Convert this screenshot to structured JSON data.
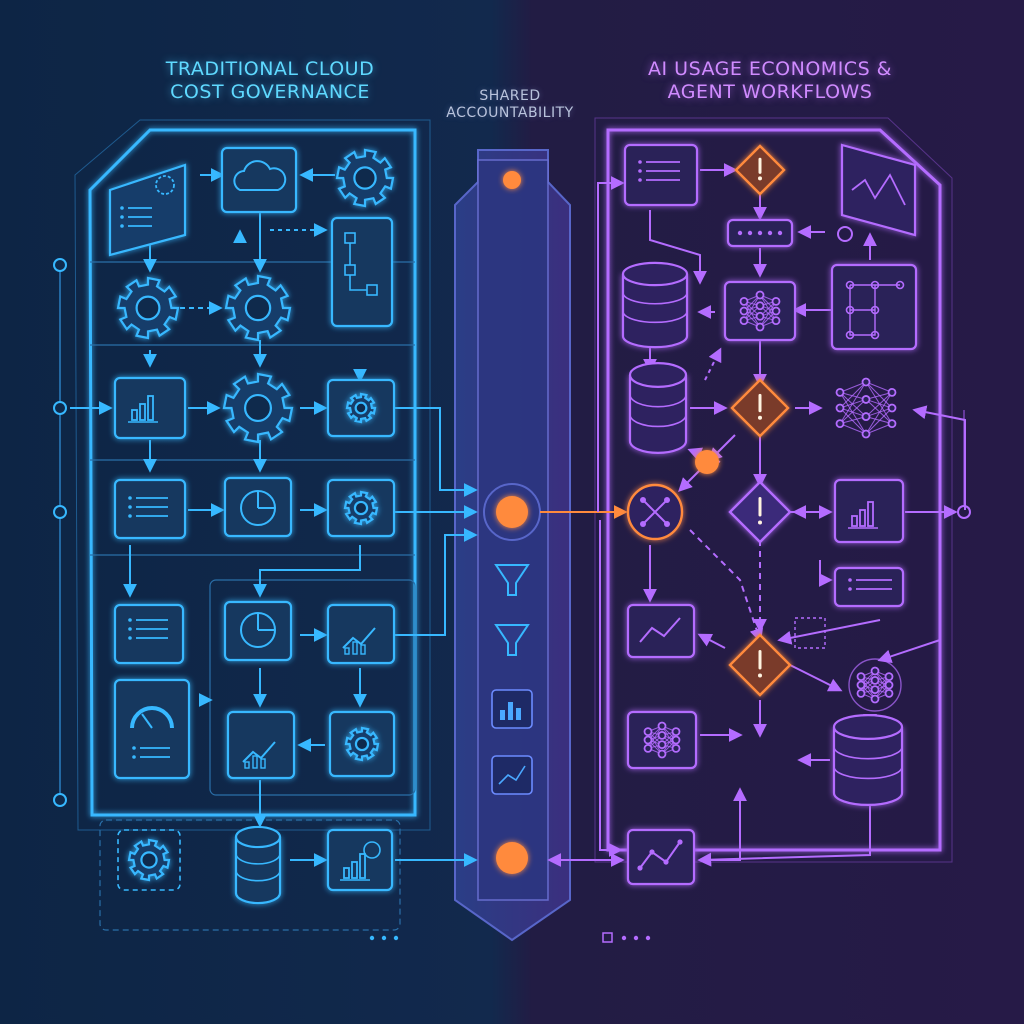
{
  "titles": {
    "left_line1": "TRADITIONAL CLOUD",
    "left_line2": "COST GOVERNANCE",
    "center_line1": "SHARED",
    "center_line2": "ACCOUNTABILITY",
    "right_line1": "AI USAGE ECONOMICS &",
    "right_line2": "AGENT WORKFLOWS"
  },
  "colors": {
    "background_left": "#10294a",
    "background_right": "#241c45",
    "left_accent": "#37b8ff",
    "right_accent": "#b46cff",
    "center_accent": "#ff8a3d",
    "center_column": "#3a3f8a"
  },
  "left_panel": {
    "nodes": [
      {
        "name": "dashboard-card",
        "icon": "dashboard-icon"
      },
      {
        "name": "cloud-node",
        "icon": "cloud-icon"
      },
      {
        "name": "gear-node-top",
        "icon": "gear-icon"
      },
      {
        "name": "mobile-flow-node",
        "icon": "flowchart-icon"
      },
      {
        "name": "gear-node-a",
        "icon": "gear-icon"
      },
      {
        "name": "gear-node-b",
        "icon": "gear-icon"
      },
      {
        "name": "bar-chart-node",
        "icon": "bar-chart-icon"
      },
      {
        "name": "gear-node-large",
        "icon": "gear-icon"
      },
      {
        "name": "settings-node",
        "icon": "gear-icon"
      },
      {
        "name": "document-node",
        "icon": "document-icon"
      },
      {
        "name": "pie-chart-node",
        "icon": "pie-chart-icon"
      },
      {
        "name": "cost-gear-node",
        "icon": "dollar-gear-icon"
      },
      {
        "name": "checklist-node",
        "icon": "list-icon"
      },
      {
        "name": "pie-chart-node-2",
        "icon": "pie-chart-icon"
      },
      {
        "name": "trend-chart-node",
        "icon": "trend-up-icon"
      },
      {
        "name": "gauge-node",
        "icon": "gauge-icon"
      },
      {
        "name": "rising-chart-node",
        "icon": "trend-up-icon"
      },
      {
        "name": "settings-node-2",
        "icon": "gear-icon"
      },
      {
        "name": "gear-node-dashed",
        "icon": "gear-icon"
      },
      {
        "name": "database-node",
        "icon": "database-icon"
      },
      {
        "name": "report-node",
        "icon": "report-icon"
      }
    ]
  },
  "center_column": {
    "nodes": [
      {
        "name": "top-node",
        "icon": "circle-icon"
      },
      {
        "name": "hub-node",
        "icon": "circle-icon"
      },
      {
        "name": "funnel-1",
        "icon": "funnel-icon"
      },
      {
        "name": "funnel-2",
        "icon": "funnel-icon"
      },
      {
        "name": "bar-card",
        "icon": "bar-chart-icon"
      },
      {
        "name": "line-card",
        "icon": "line-chart-icon"
      },
      {
        "name": "bottom-node",
        "icon": "circle-icon"
      }
    ]
  },
  "right_panel": {
    "nodes": [
      {
        "name": "list-card",
        "icon": "list-icon"
      },
      {
        "name": "alert-diamond-1",
        "icon": "alert-icon"
      },
      {
        "name": "monitor-chart",
        "icon": "line-chart-icon"
      },
      {
        "name": "token-bar",
        "icon": "dots-icon"
      },
      {
        "name": "cylinder-node",
        "icon": "database-icon"
      },
      {
        "name": "neural-chip",
        "icon": "neural-network-icon"
      },
      {
        "name": "graph-node",
        "icon": "graph-icon"
      },
      {
        "name": "database-node",
        "icon": "database-icon"
      },
      {
        "name": "alert-diamond-2",
        "icon": "alert-icon"
      },
      {
        "name": "neural-net-node",
        "icon": "neural-network-icon"
      },
      {
        "name": "agent-hub",
        "icon": "agent-icon"
      },
      {
        "name": "alert-diamond-3",
        "icon": "alert-icon"
      },
      {
        "name": "bar-chart-node",
        "icon": "bar-chart-icon"
      },
      {
        "name": "text-card",
        "icon": "document-icon"
      },
      {
        "name": "line-chart-node",
        "icon": "line-chart-icon"
      },
      {
        "name": "alert-diamond-4",
        "icon": "alert-icon"
      },
      {
        "name": "neural-chip-2",
        "icon": "neural-network-icon"
      },
      {
        "name": "brain-node",
        "icon": "brain-icon"
      },
      {
        "name": "database-node-2",
        "icon": "database-icon"
      },
      {
        "name": "line-chart-node-2",
        "icon": "line-chart-icon"
      }
    ]
  }
}
